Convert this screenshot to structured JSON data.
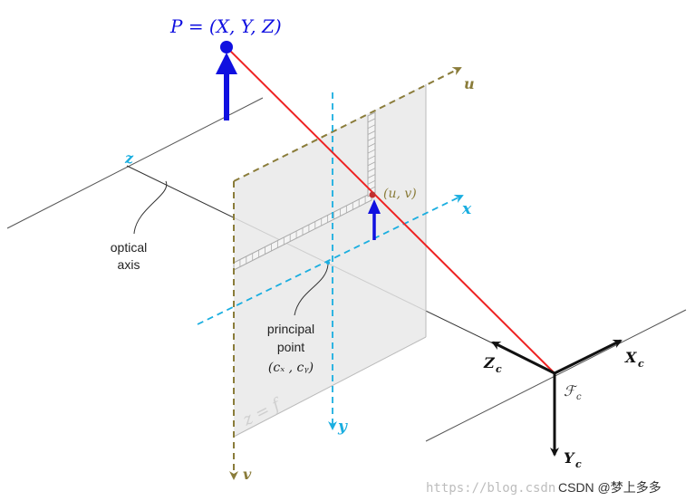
{
  "labels": {
    "point_P": "P = (X, Y, Z)",
    "axis_u": "u",
    "axis_x": "x",
    "axis_v": "v",
    "axis_y": "y",
    "axis_z": "z",
    "projection_uv": "(u, v)",
    "optical_axis_line1": "optical",
    "optical_axis_line2": "axis",
    "principal_line1": "principal",
    "principal_line2": "point",
    "principal_line3": "(cₓ , cᵧ)",
    "plane_eq": "z = f",
    "cam_Zc": "Z",
    "cam_Xc": "X",
    "cam_Yc": "Y",
    "cam_sub": "c",
    "cam_frame": "ℱ",
    "cam_frame_sub": "c"
  },
  "watermark": {
    "url": "https://blog.csdn.net/",
    "credit": "CSDN @梦上多多"
  },
  "colors": {
    "blue": "#1010e0",
    "cyan": "#1aaee0",
    "olive": "#8a7c3a",
    "red": "#ee2222",
    "plane": "#e9e9e9",
    "black": "#111111"
  }
}
